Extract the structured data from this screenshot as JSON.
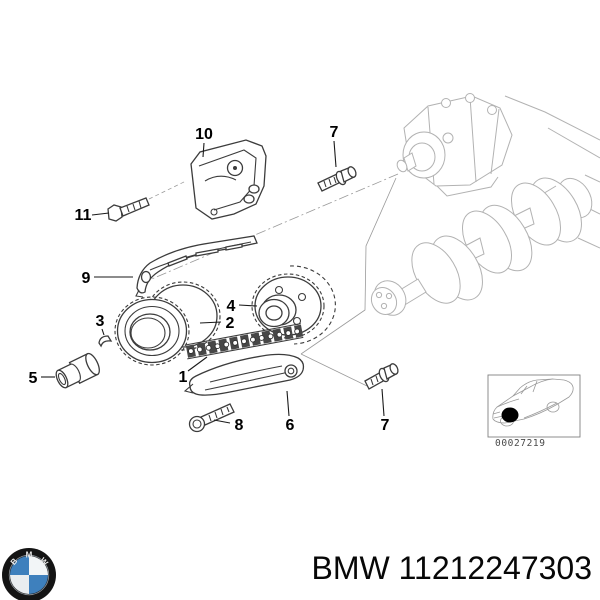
{
  "colors": {
    "bmw_blue": "#3e80bd",
    "line_dark": "#3c3c3c",
    "line_light": "#b2b2b2",
    "text": "#070707"
  },
  "diagram": {
    "callouts": [
      {
        "label": "10"
      },
      {
        "label": "11"
      },
      {
        "label": "7"
      },
      {
        "label": "9"
      },
      {
        "label": "3"
      },
      {
        "label": "4"
      },
      {
        "label": "2"
      },
      {
        "label": "1"
      },
      {
        "label": "5"
      },
      {
        "label": "8"
      },
      {
        "label": "6"
      },
      {
        "label": "7"
      }
    ],
    "thumbnail": {
      "code": "00027219"
    }
  },
  "footer": {
    "brand": "BMW",
    "part_number": "11212247303",
    "logo_letters": [
      "B",
      "M",
      "W"
    ]
  }
}
